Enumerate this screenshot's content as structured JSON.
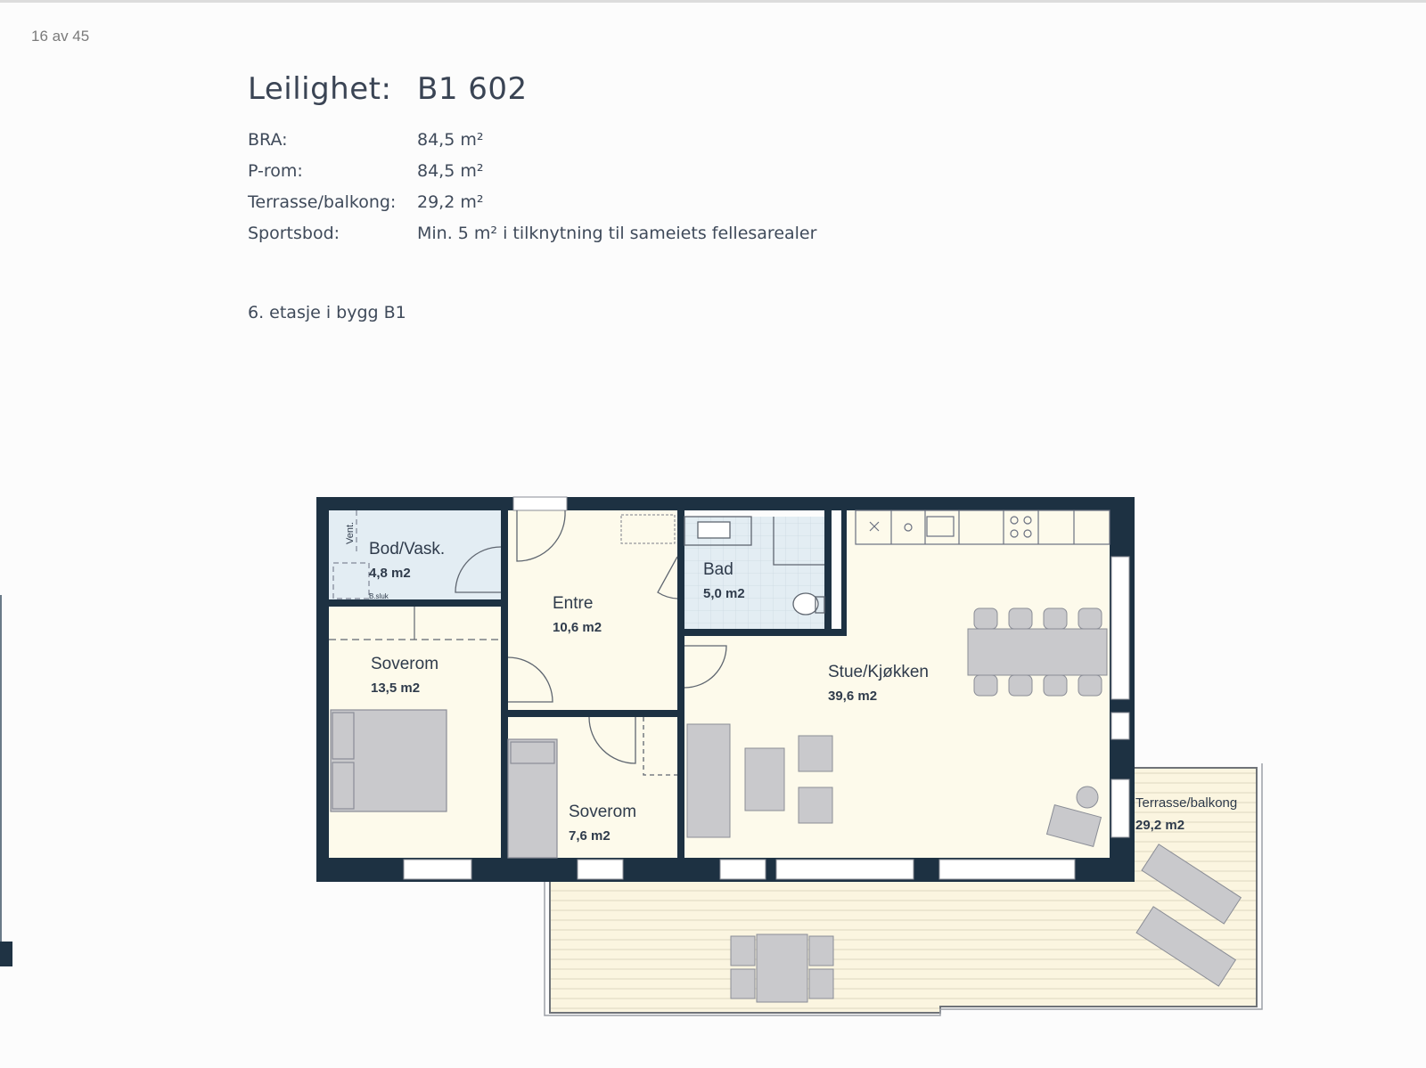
{
  "viewer": {
    "page_indicator": "16 av 45"
  },
  "header": {
    "title_label": "Leilighet:",
    "title_value": "B1 602"
  },
  "specs": [
    {
      "label": "BRA:",
      "value": "84,5 m²"
    },
    {
      "label": "P-rom:",
      "value": "84,5 m²"
    },
    {
      "label": "Terrasse/balkong:",
      "value": "29,2 m²"
    },
    {
      "label": "Sportsbod:",
      "value": "Min. 5 m² i tilknytning til sameiets fellesarealer"
    }
  ],
  "floor_note": "6. etasje i bygg B1",
  "floorplan": {
    "colors": {
      "wall": "#1d3142",
      "floor": "#fdfaeb",
      "wet_room": "#e3edf3",
      "furniture": "#c9c9cc",
      "furniture_stroke": "#8a8d96",
      "terrace": "#fbf5e0",
      "terrace_lines": "#ddd6bf"
    },
    "rooms": [
      {
        "name": "Bod/Vask.",
        "area": "4,8 m2"
      },
      {
        "name": "Entre",
        "area": "10,6 m2"
      },
      {
        "name": "Bad",
        "area": "5,0 m2"
      },
      {
        "name": "Stue/Kjøkken",
        "area": "39,6 m2"
      },
      {
        "name": "Soverom",
        "area": "13,5 m2"
      },
      {
        "name": "Soverom",
        "area": "7,6 m2"
      },
      {
        "name": "Terrasse/balkong",
        "area": "29,2 m2"
      }
    ],
    "small_labels": {
      "vent": "Vent.",
      "sluk": "B.sluk"
    }
  }
}
